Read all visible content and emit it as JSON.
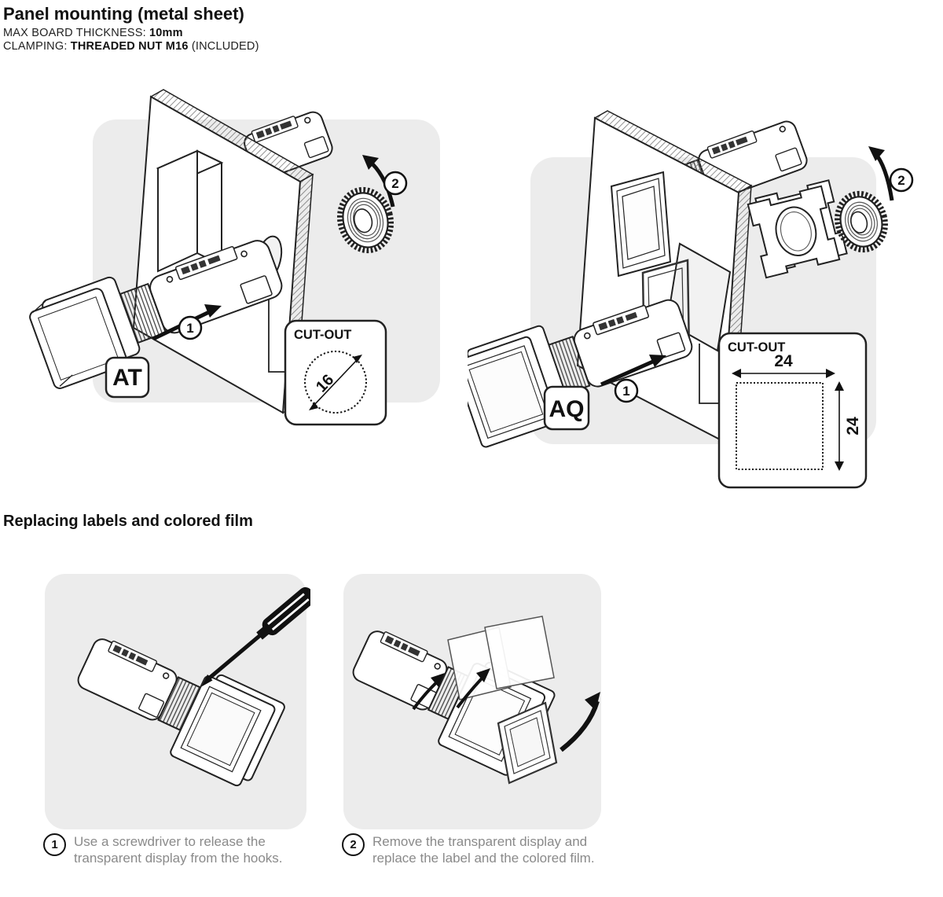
{
  "header": {
    "title": "Panel mounting (metal sheet)",
    "spec_thickness_label": "MAX BOARD THICKNESS: ",
    "spec_thickness_value": "10mm",
    "spec_clamping_label": "CLAMPING: ",
    "spec_clamping_value": "THREADED NUT M16",
    "spec_clamping_note": " (INCLUDED)"
  },
  "diagrams": {
    "at": {
      "model_label": "AT",
      "cutout_title": "CUT-OUT",
      "cutout_diameter": "16",
      "step1": "1",
      "step2": "2"
    },
    "aq": {
      "model_label": "AQ",
      "cutout_title": "CUT-OUT",
      "cutout_width": "24",
      "cutout_height": "24",
      "step1": "1",
      "step2": "2"
    }
  },
  "section_replace": {
    "title": "Replacing labels and colored film",
    "steps": [
      {
        "number": "1",
        "text": "Use a screwdriver to release the transparent display from the hooks."
      },
      {
        "number": "2",
        "text": "Remove the transparent display and replace the label and the colored film."
      }
    ]
  },
  "colors": {
    "figure_bg": "#ececec",
    "line": "#1f1f1f",
    "caption_text": "#8a8a8a"
  }
}
